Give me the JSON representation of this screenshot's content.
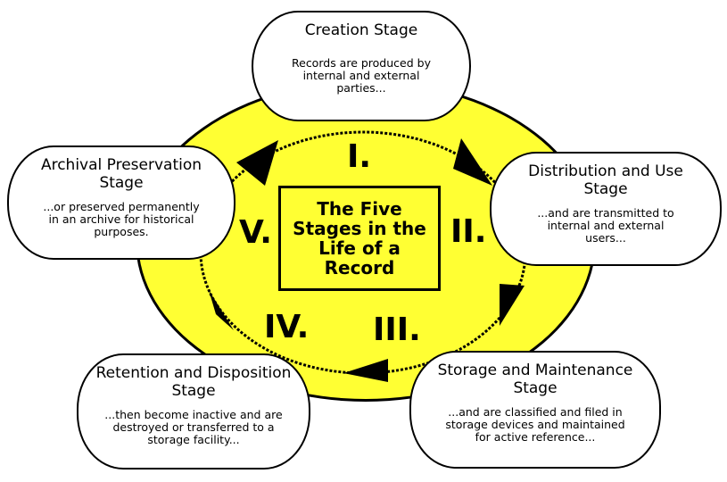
{
  "center": {
    "title": "The Five\nStages in the\nLife of a\nRecord"
  },
  "colors": {
    "ring_fill": "#ffff33",
    "outline": "#000000",
    "bubble_fill": "#ffffff"
  },
  "stages": [
    {
      "numeral": "I.",
      "title": "Creation Stage",
      "description": "Records are produced by\ninternal and external\nparties..."
    },
    {
      "numeral": "II.",
      "title": "Distribution and Use\nStage",
      "description": "...and are transmitted to\ninternal and external\nusers..."
    },
    {
      "numeral": "III.",
      "title": "Storage and Maintenance\nStage",
      "description": "...and are classified and filed in\nstorage devices and maintained\nfor active reference..."
    },
    {
      "numeral": "IV.",
      "title": "Retention and Disposition\nStage",
      "description": "...then become inactive and are\ndestroyed or transferred to a\nstorage facility..."
    },
    {
      "numeral": "V.",
      "title": "Archival Preservation\nStage",
      "description": "...or preserved permanently\nin an archive for historical\npurposes."
    }
  ],
  "cycle": {
    "direction": "clockwise",
    "arrow_count": 5
  }
}
